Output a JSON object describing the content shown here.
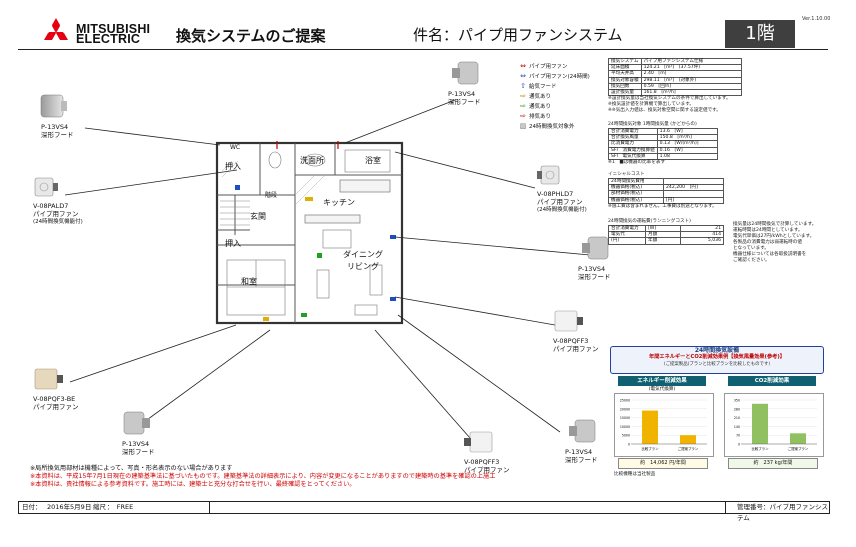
{
  "header": {
    "brand_line1": "MITSUBISHI",
    "brand_line2": "ELECTRIC",
    "title": "換気システムのご提案",
    "subject": "件名：パイプ用ファンシステム",
    "floor": "1階",
    "version": "Ver.1.10.00"
  },
  "fans": [
    {
      "model": "P-13VS4",
      "type": "深形フード"
    },
    {
      "model": "P-13VS4",
      "type": "深形フード"
    },
    {
      "model": "V-08PALD7",
      "type": "パイプ用ファン",
      "note": "(24時間換気機能付)"
    },
    {
      "model": "V-08PHLD7",
      "type": "パイプ用ファン",
      "note": "(24時間換気機能付)"
    },
    {
      "model": "P-13VS4",
      "type": "深形フード"
    },
    {
      "model": "V-08PQFF3",
      "type": "パイプ用ファン"
    },
    {
      "model": "V-08PQF3-BE",
      "type": "パイプ用ファン"
    },
    {
      "model": "P-13VS4",
      "type": "深形フード"
    },
    {
      "model": "V-08PQFF3",
      "type": "パイプ用ファン"
    },
    {
      "model": "P-13VS4",
      "type": "深形フード"
    }
  ],
  "legend": [
    {
      "icon": "⇔",
      "label": "パイプ用ファン",
      "color": "#c00000"
    },
    {
      "icon": "⇔",
      "label": "パイプ用ファン(24時間)",
      "color": "#1f4fbf"
    },
    {
      "icon": "⇧",
      "label": "給気フード",
      "color": "#2050c0"
    },
    {
      "icon": "⇨",
      "label": "通気あり",
      "color": "#c08000"
    },
    {
      "icon": "⇨",
      "label": "通気あり",
      "color": "#20a020"
    },
    {
      "icon": "⇨",
      "label": "排気あり",
      "color": "#c00000"
    },
    {
      "icon": "▨",
      "label": "24時間換気対象外",
      "color": "#777777"
    }
  ],
  "spec_table1": {
    "rows": [
      [
        "換気システム",
        "パイプ用ファンシステム仕様"
      ],
      [
        "延床面積",
        "124.21　[m²]　(37.57坪)"
      ],
      [
        "平均天井高",
        "2.40　[m]"
      ],
      [
        "換気対象容積",
        "298.11　[m³]　(対象外)"
      ],
      [
        "換気回数",
        "0.59　[回/h]"
      ],
      [
        "設計換気量",
        "161.8　[m³/h]"
      ]
    ],
    "notes": [
      "※設計換気量は当社換気システムの条件で算出しています。",
      "※換気設計値を計算機で算出しています。",
      "※※気出入力値は、換気対象空間に関する設定値です。"
    ]
  },
  "spec_table2": {
    "title": "24時間換気対象  1時間換気量 (かどからの)",
    "rows": [
      [
        "合計消費電力",
        "13.6　[W]"
      ],
      [
        "合計換気風量",
        "150.8　[m³/h]"
      ],
      [
        "比消費電力",
        "0.13　[W/(m³/h)]"
      ],
      [
        "SFI　消費電力換算値",
        "0.16　[W]"
      ],
      [
        "SFI　電気代換算",
        "1.08"
      ]
    ],
    "note": "※1　■は機器の比率を表す"
  },
  "spec_table3": {
    "title": "イニシャルコスト",
    "rows": [
      [
        "24時間換気費用",
        ""
      ],
      [
        "機器価格(税込)",
        "242,200　[円]"
      ],
      [
        "部材価格(税込)",
        ""
      ],
      [
        "機器価格(税込)",
        "[円]"
      ]
    ],
    "note": "※施工費は含まれません。工事費は別途となります。"
  },
  "spec_table4": {
    "title": "24時間換気の運転費(ランニングコスト)",
    "rows": [
      [
        "合計消費電力",
        "[W]",
        "21"
      ],
      [
        "電気代",
        "月額",
        "414"
      ],
      [
        "(円)",
        "年額",
        "5,036"
      ]
    ]
  },
  "side_notes": [
    "換気量は24時間換気で計算しています。",
    "運転時間は24時間としています。",
    "電気代単価は27円/kWhとしています。",
    "各製品の消費電力は弱運転時の値",
    "となっています。",
    "機器仕様については各取扱説明書を",
    "ご確認ください。"
  ],
  "rooms": {
    "toilet": "WC",
    "bath": "浴室",
    "washroom": "洗面所",
    "closet1": "押入",
    "closet2": "押入",
    "entrance": "玄関",
    "kitchen": "キッチン",
    "dining": "ダイニング",
    "living": "リビング",
    "japanese": "和室",
    "stairs": "階段"
  },
  "energy_panel": {
    "title1": "24時間換気設備",
    "title2": "年間エネルギーとCO2削減効果例【換気風量効果(参考)】",
    "title3": "(ご提案製品(プランと比較プランを比較したものです)",
    "chart1_tab": "エネルギー削減効果",
    "chart1_sub": "(電気代換算)",
    "chart1_total": "約　14,062 円/年間",
    "chart2_tab": "CO2削減効果",
    "chart2_total": "約　237 kg/年間",
    "compare_note": "比較機種は当社製品",
    "accent": "#2040a0"
  },
  "chart_data": [
    {
      "type": "bar",
      "title": "エネルギー削減効果",
      "categories": [
        "比較プラン",
        "ご提案プラン"
      ],
      "values": [
        19000,
        5000
      ],
      "ylim": [
        0,
        25000
      ],
      "colors": [
        "#f0b400",
        "#f0b400"
      ]
    },
    {
      "type": "bar",
      "title": "CO2削減効果",
      "categories": [
        "比較プラン",
        "ご提案プラン"
      ],
      "values": [
        320,
        85
      ],
      "ylim": [
        0,
        350
      ],
      "colors": [
        "#90c060",
        "#90c060"
      ]
    }
  ],
  "footer": {
    "notes": [
      "※局所換気用部材は機種によって、写真・形名表示のない場合があります",
      "※本資料は、平成15年7月1日現在の建築基準法に基づいたものです。建築基準法の詳細表示により、内容が変更になることがありますので建築時の基準を確認の上施工",
      "※本資料は、貴社情報による参考資料です。施工時には、建築士と充分な打合せを行い、最終確認をとってください。"
    ],
    "date_label": "日付：",
    "date": "2016年5月9日",
    "scale_label": "縮尺",
    "scale": "：　FREE",
    "mgmt": "管理番号：パイプ用ファンシステム"
  }
}
